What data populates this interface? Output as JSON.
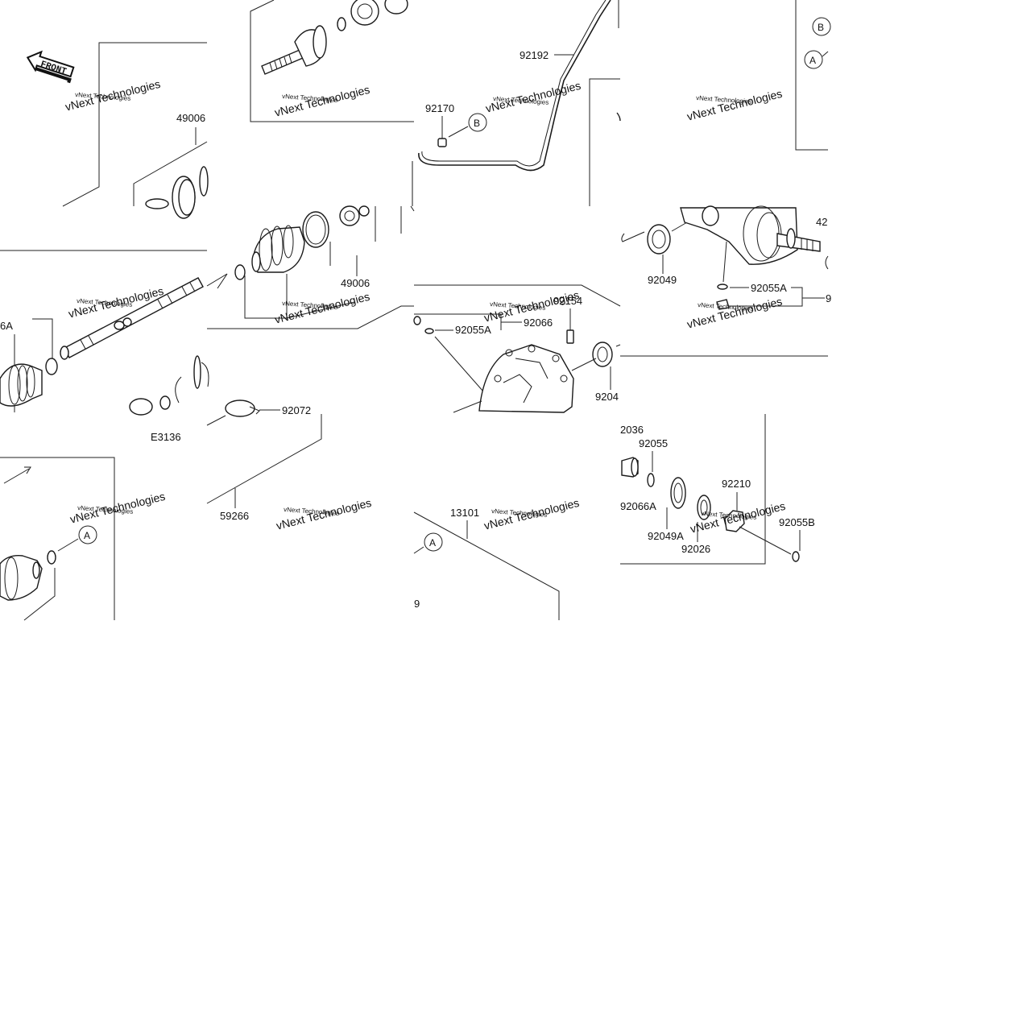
{
  "diagram_code": "E3136",
  "front_label": "FRONT",
  "watermark": "vNext Technologies",
  "part_labels": {
    "p49006_top": "49006",
    "p49006_mid": "49006",
    "p92192": "92192",
    "p92170": "92170",
    "p92154": "92154",
    "p92066": "92066",
    "p92055A_left": "92055A",
    "p92055A_right": "92055A",
    "p92049_right": "92049",
    "p92049_center": "9204",
    "p42_frag": "42",
    "p9_frag_right": "9",
    "p6A_frag": "6A",
    "p92072": "92072",
    "p59266": "59266",
    "p13101": "13101",
    "p9_frag_bottom": "9",
    "p92036_frag": "2036",
    "p92055": "92055",
    "p92066A": "92066A",
    "p92049A": "92049A",
    "p92026": "92026",
    "p92210": "92210",
    "p92055B": "92055B"
  },
  "callouts": {
    "b_top_right": "B",
    "a_top_right": "A",
    "b_center": "B",
    "a_bottom_left": "A",
    "a_bottom_center": "A"
  }
}
